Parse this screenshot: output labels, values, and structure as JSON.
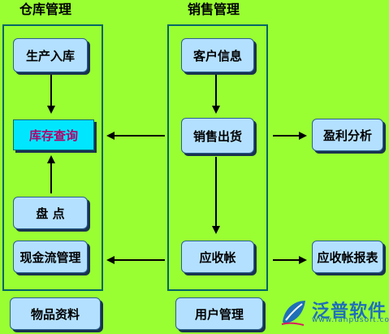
{
  "sections": {
    "warehouse_title": "仓库管理",
    "sales_title": "销售管理"
  },
  "nodes": {
    "stock_in": "生产入库",
    "stock_query": "库存查询",
    "inventory_check": "盘  点",
    "cash_flow": "现金流管理",
    "customer_info": "客户信息",
    "sales_out": "销售出货",
    "receivable": "应收帐",
    "profit_analysis": "盈利分析",
    "receivable_report": "应收帐报表",
    "item_data": "物品资料",
    "user_mgmt": "用户管理"
  },
  "logo": {
    "name": "泛普软件",
    "url": "www.fanpusoft.com"
  },
  "colors": {
    "background": "#99ff33",
    "frame": "#006666",
    "box": "#b3e0ff",
    "highlight_box": "#00e6ff",
    "highlight_text": "#b3006b",
    "logo": "#1f6fb8"
  }
}
